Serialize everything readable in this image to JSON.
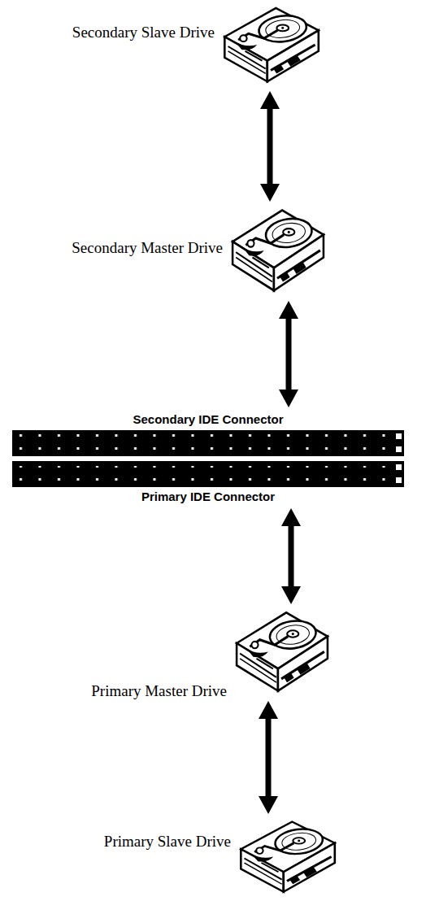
{
  "diagram": {
    "nodes": [
      {
        "text": [
          "Secondary Slave Drive"
        ]
      },
      {
        "text": [
          "Secondary Master Drive"
        ]
      },
      {
        "text": [
          "Secondary IDE Connector"
        ]
      },
      {
        "text": [
          "Primary IDE Connector"
        ]
      },
      {
        "text": [
          "Primary Master Drive"
        ]
      },
      {
        "text": [
          "Primary Slave Drive"
        ]
      }
    ],
    "edges": [
      {
        "from": 0,
        "to": 1,
        "arrow": "both"
      },
      {
        "from": 1,
        "to": 2,
        "arrow": "both"
      },
      {
        "from": 3,
        "to": 4,
        "arrow": "both"
      },
      {
        "from": 4,
        "to": 5,
        "arrow": "both"
      }
    ]
  }
}
